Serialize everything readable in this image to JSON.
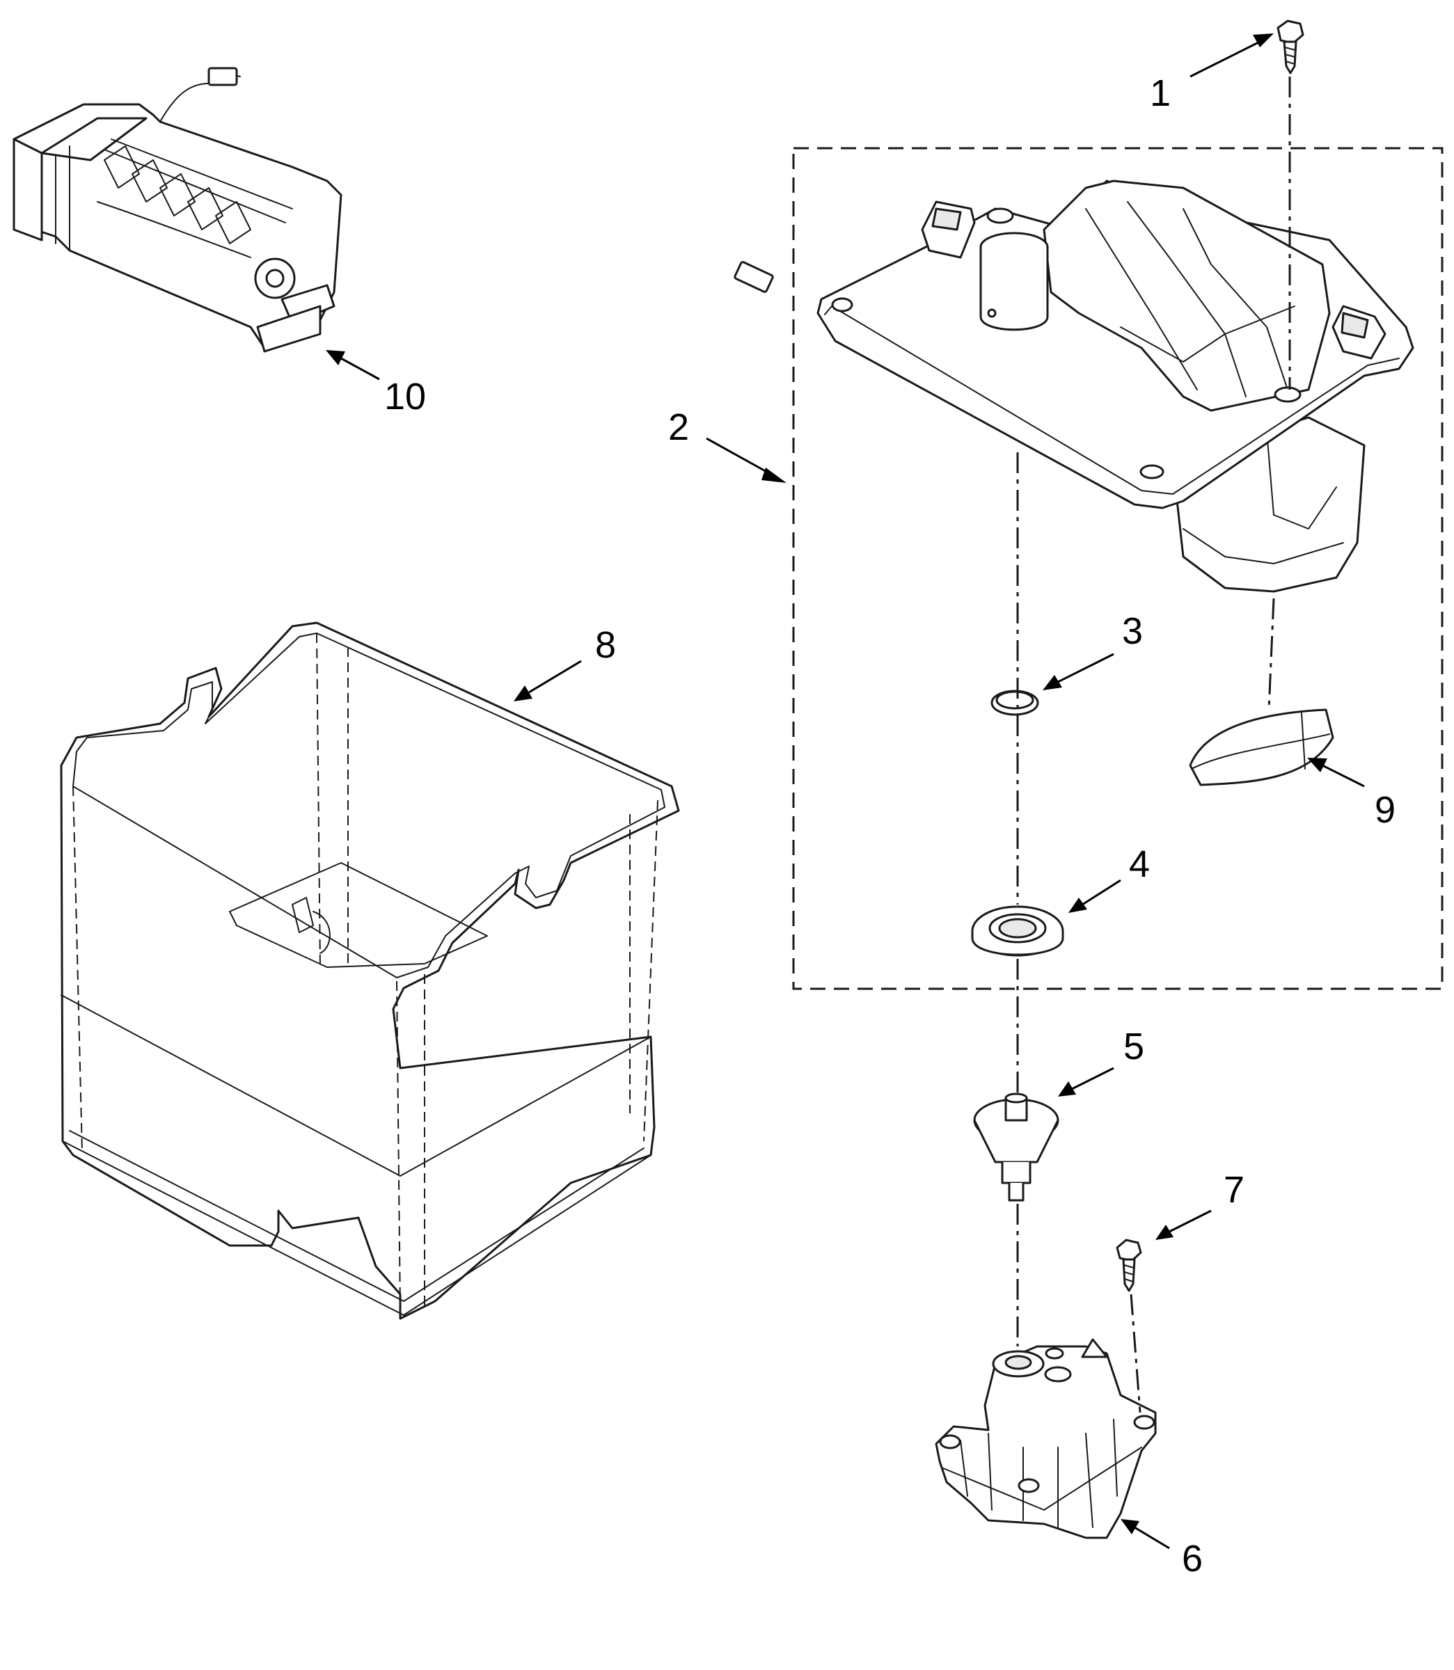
{
  "diagram": {
    "callouts": [
      {
        "id": "1",
        "label": "1"
      },
      {
        "id": "2",
        "label": "2"
      },
      {
        "id": "3",
        "label": "3"
      },
      {
        "id": "4",
        "label": "4"
      },
      {
        "id": "5",
        "label": "5"
      },
      {
        "id": "6",
        "label": "6"
      },
      {
        "id": "7",
        "label": "7"
      },
      {
        "id": "8",
        "label": "8"
      },
      {
        "id": "9",
        "label": "9"
      },
      {
        "id": "10",
        "label": "10"
      }
    ],
    "colors": {
      "line": "#1a1a1a",
      "background": "#ffffff"
    }
  }
}
